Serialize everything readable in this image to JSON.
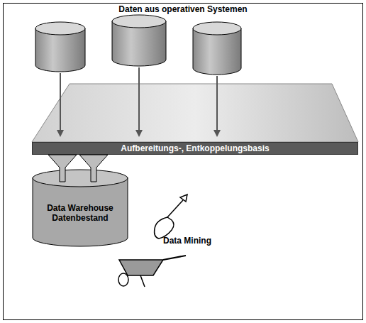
{
  "diagram": {
    "title": "Daten aus operativen Systemen",
    "nodes": [
      {
        "text": [
          "Aufbereitungs-, Entkoppelungsbasis"
        ]
      },
      {
        "text": [
          "Data Warehouse Datenbestand"
        ]
      }
    ],
    "labels": [
      "Data Mining"
    ]
  }
}
